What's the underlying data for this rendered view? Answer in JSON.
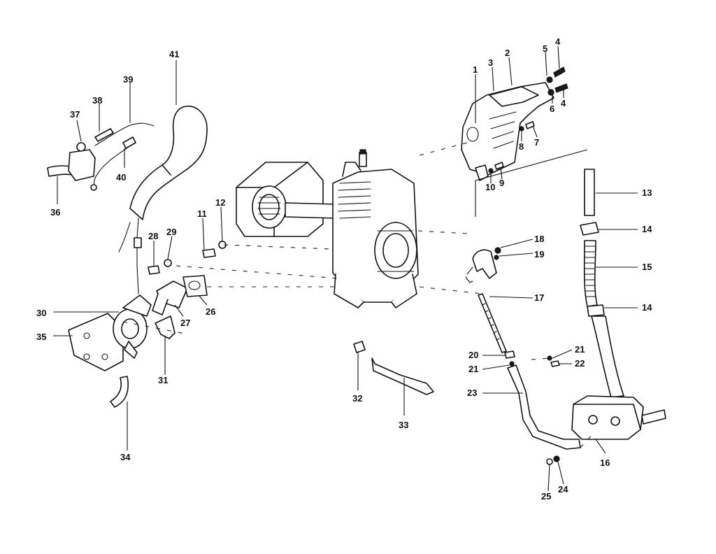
{
  "callouts": {
    "c1": "1",
    "c2": "2",
    "c3": "3",
    "c4a": "4",
    "c4b": "4",
    "c5": "5",
    "c6": "6",
    "c7": "7",
    "c8": "8",
    "c9": "9",
    "c10": "10",
    "c11": "11",
    "c12": "12",
    "c13": "13",
    "c14a": "14",
    "c14b": "14",
    "c15": "15",
    "c16": "16",
    "c17": "17",
    "c18": "18",
    "c19": "19",
    "c20": "20",
    "c21a": "21",
    "c21b": "21",
    "c22": "22",
    "c23": "23",
    "c24": "24",
    "c25": "25",
    "c26": "26",
    "c27": "27",
    "c28": "28",
    "c29": "29",
    "c30": "30",
    "c31": "31",
    "c32": "32",
    "c33": "33",
    "c34": "34",
    "c35": "35",
    "c36": "36",
    "c37": "37",
    "c38": "38",
    "c39": "39",
    "c40": "40",
    "c41": "41"
  }
}
